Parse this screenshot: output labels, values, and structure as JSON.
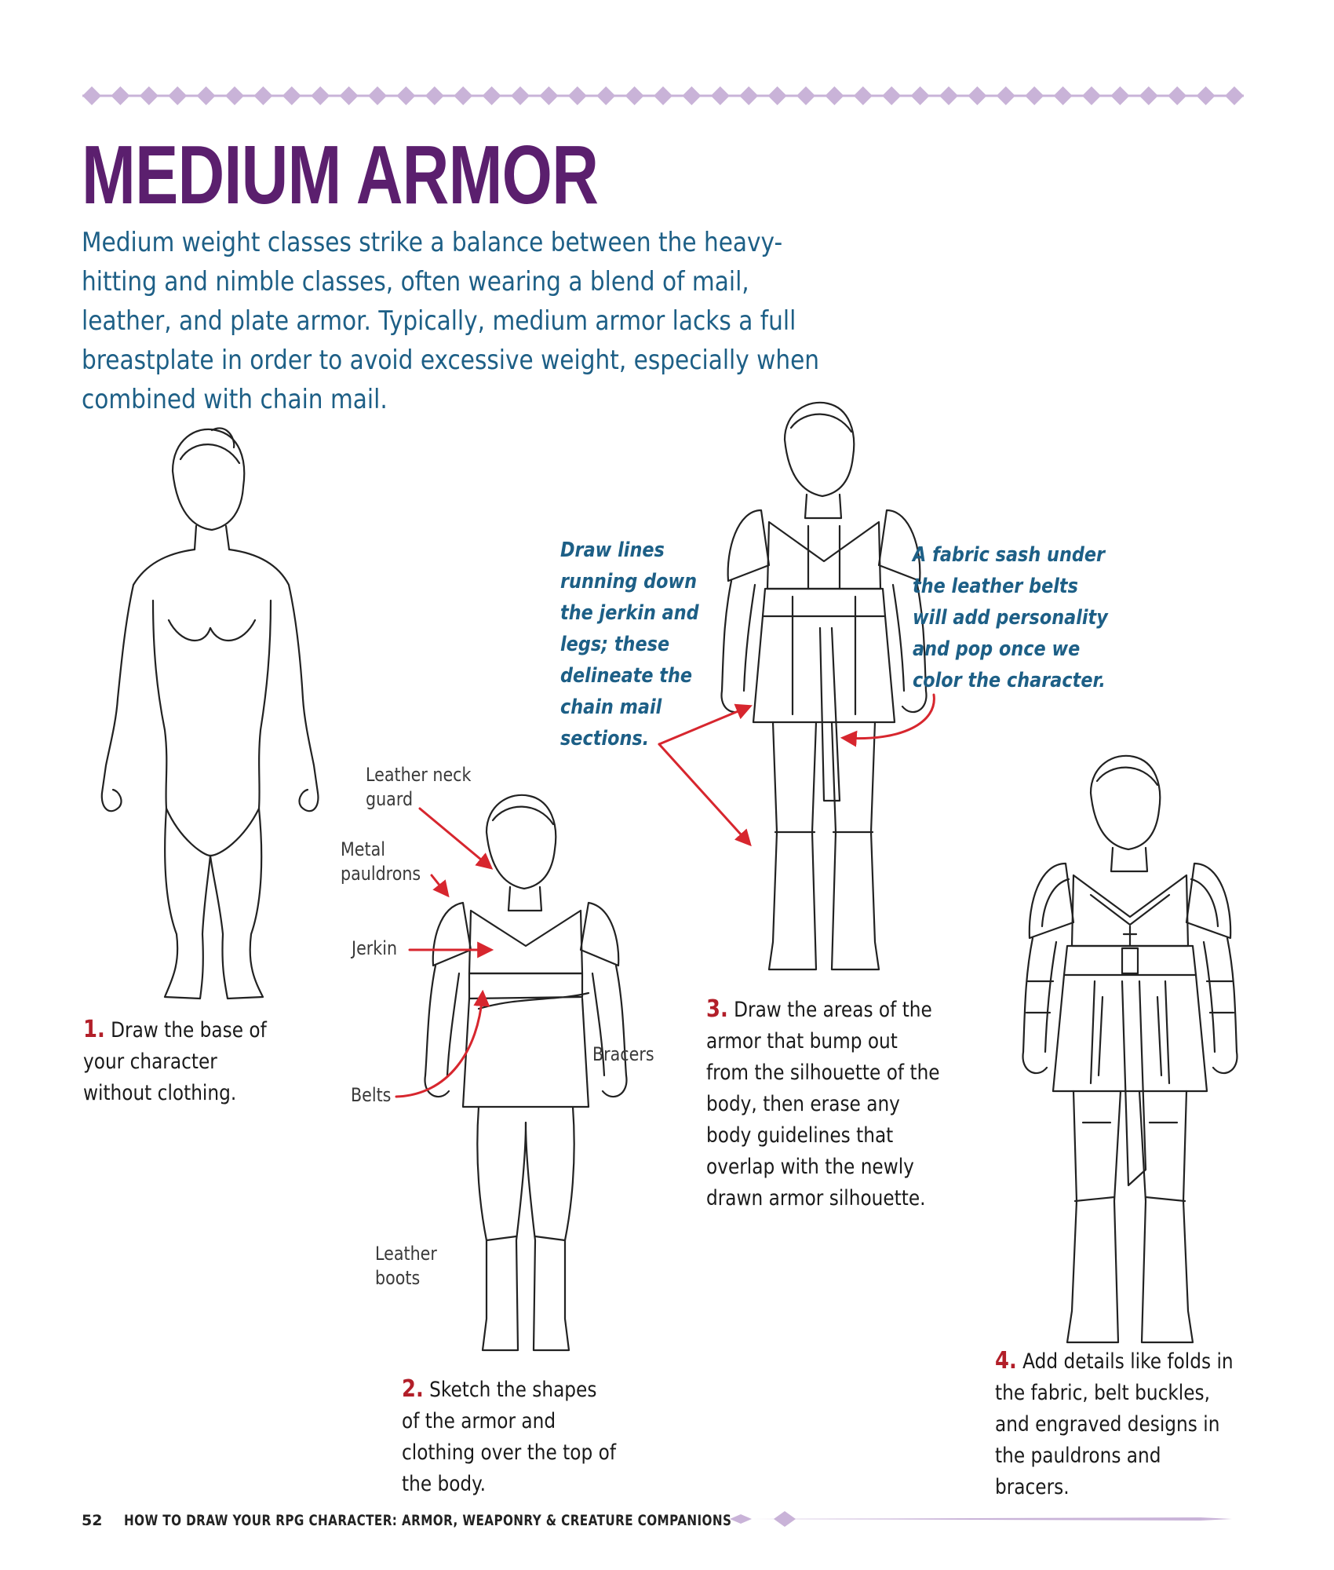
{
  "page": {
    "title": "MEDIUM ARMOR",
    "intro": "Medium weight classes strike a balance between the heavy-hitting and nimble classes, often wearing a blend of mail, leather, and plate armor. Typically, medium armor lacks a full breastplate in order to avoid excessive weight, especially when combined with chain mail.",
    "accent_color": "#5b1f6e",
    "text_blue": "#1d5f86",
    "arrow_red": "#d7262e"
  },
  "steps": [
    {
      "num": "1.",
      "text": "Draw the base of your character without clothing."
    },
    {
      "num": "2.",
      "text": "Sketch the shapes of the armor and clothing over the top of the body."
    },
    {
      "num": "3.",
      "text": "Draw the areas of the armor that bump out from the silhouette of the body, then erase any body guidelines that overlap with the newly drawn armor silhouette."
    },
    {
      "num": "4.",
      "text": "Add details like folds in the fabric, belt buckles, and engraved designs in the pauldrons and bracers."
    }
  ],
  "labels": {
    "neck_guard": "Leather neck\nguard",
    "pauldrons": "Metal\npauldrons",
    "jerkin": "Jerkin",
    "belts": "Belts",
    "bracers": "Bracers",
    "boots": "Leather\nboots"
  },
  "notes": {
    "chain_mail": "Draw lines\nrunning down\nthe jerkin and\nlegs; these\ndelineate the\nchain mail\nsections.",
    "sash": "A fabric sash under\nthe leather belts\nwill add personality\nand pop once we\ncolor the character."
  },
  "footer": {
    "page_number": "52",
    "book_title": "HOW TO DRAW YOUR RPG CHARACTER: ARMOR, WEAPONRY & CREATURE COMPANIONS"
  }
}
